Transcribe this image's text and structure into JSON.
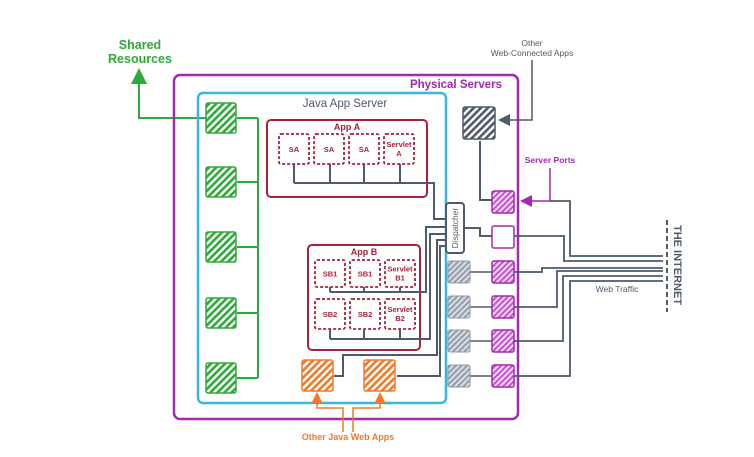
{
  "colors": {
    "green": "#2eaa3a",
    "purple": "#a22aae",
    "cyan": "#38b6de",
    "red": "#a8223a",
    "slate": "#4f5b6b",
    "orange": "#f07a2a"
  },
  "labels": {
    "shared_resources_line1": "Shared",
    "shared_resources_line2": "Resources",
    "physical_servers": "Physical Servers",
    "java_app_server": "Java App Server",
    "app_a": "App A",
    "app_b": "App B",
    "other_web_apps_line1": "Other",
    "other_web_apps_line2": "Web-Connected Apps",
    "server_ports": "Server Ports",
    "dispatcher": "Dispatcher",
    "the_internet": "THE INTERNET",
    "web_traffic": "Web Traffic",
    "other_java_web_apps": "Other Java Web Apps"
  },
  "app_a": {
    "components": [
      {
        "line1": "SA",
        "line2": ""
      },
      {
        "line1": "SA",
        "line2": ""
      },
      {
        "line1": "SA",
        "line2": ""
      },
      {
        "line1": "Servlet",
        "line2": "A"
      }
    ]
  },
  "app_b": {
    "row1": [
      {
        "line1": "SB1",
        "line2": ""
      },
      {
        "line1": "SB1",
        "line2": ""
      },
      {
        "line1": "Servlet",
        "line2": "B1"
      }
    ],
    "row2": [
      {
        "line1": "SB2",
        "line2": ""
      },
      {
        "line1": "SB2",
        "line2": ""
      },
      {
        "line1": "Servlet",
        "line2": "B2"
      }
    ]
  }
}
